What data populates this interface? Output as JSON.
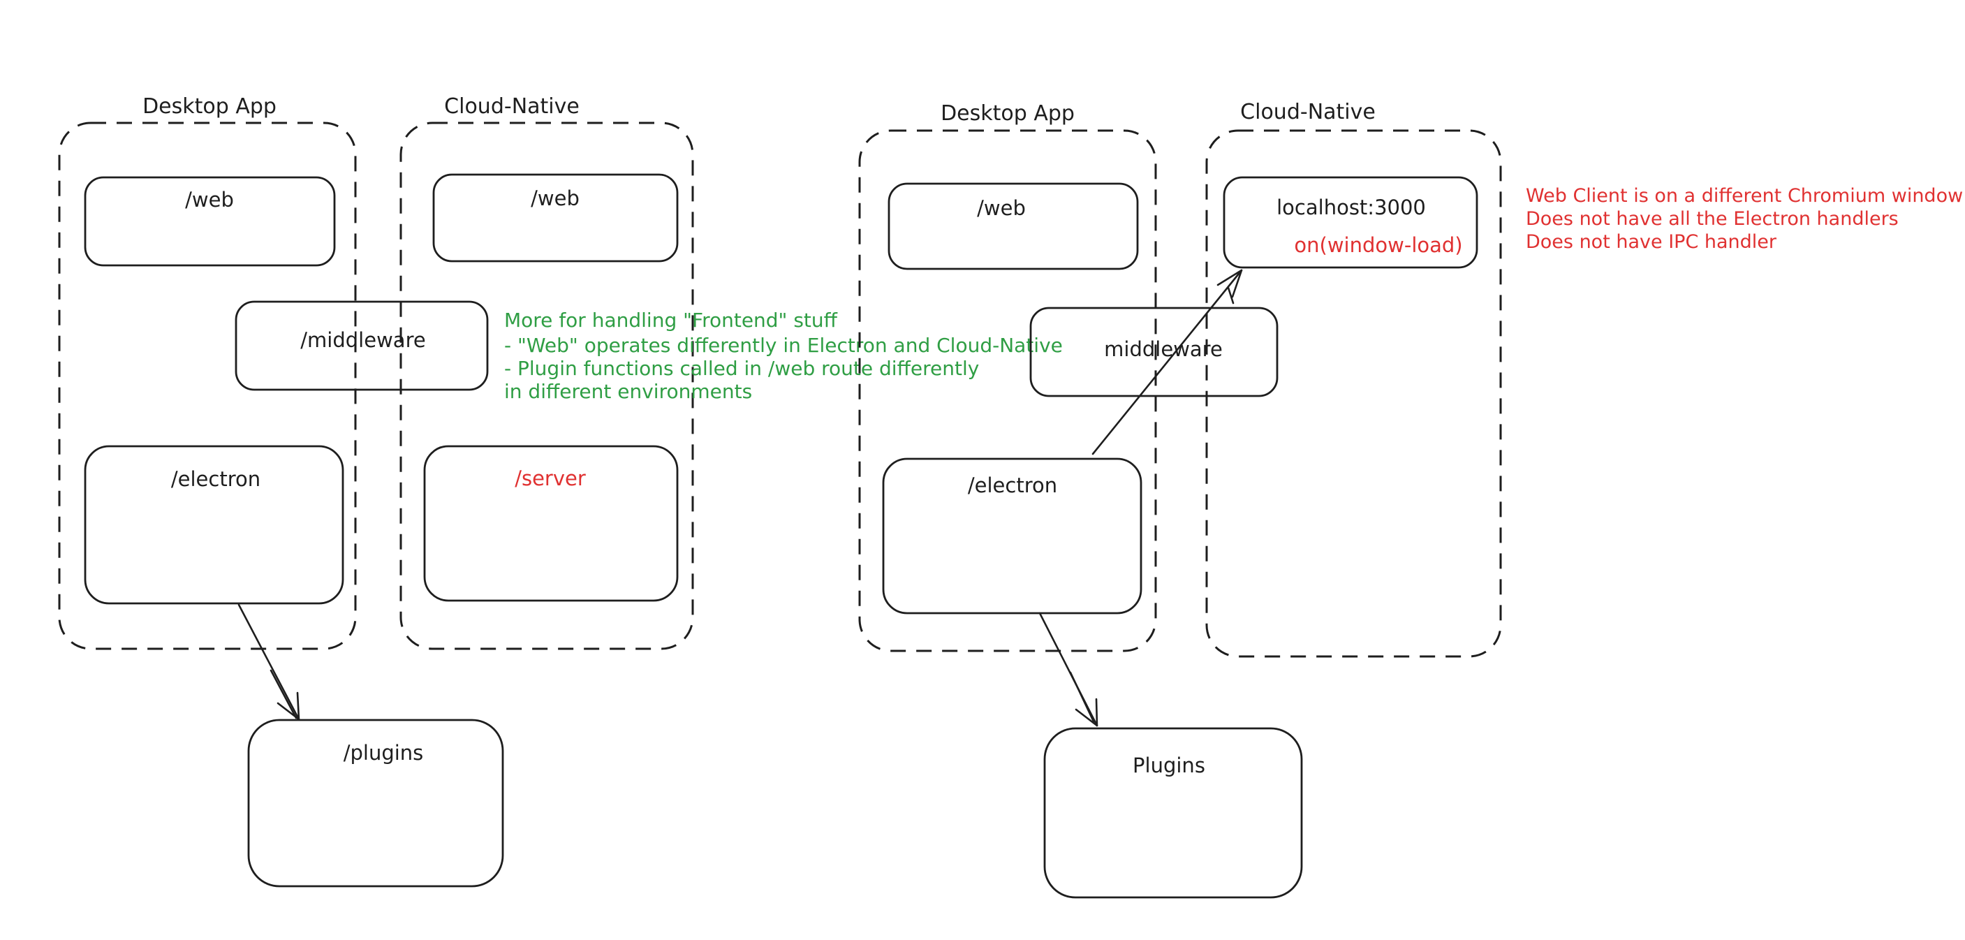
{
  "colors": {
    "ink": "#1e1e1e",
    "green": "#2f9e44",
    "red": "#e03131",
    "background": "#ffffff"
  },
  "left": {
    "desktop_app_label": "Desktop App",
    "cloud_native_label": "Cloud-Native",
    "web1": "/web",
    "web2": "/web",
    "middleware": "/middleware",
    "electron": "/electron",
    "server": "/server",
    "plugins": "/plugins",
    "green_note": [
      "More for handling \"Frontend\" stuff",
      "- \"Web\" operates differently in Electron and Cloud-Native",
      "- Plugin functions called in /web route differently",
      "in different environments"
    ]
  },
  "right": {
    "desktop_app_label": "Desktop App",
    "cloud_native_label": "Cloud-Native",
    "web": "/web",
    "localhost": "localhost:3000",
    "on_window_load": "on(window-load)",
    "middleware": "middleware",
    "electron": "/electron",
    "plugins": "Plugins",
    "red_note": [
      "Web Client is on a different Chromium window",
      "Does not have all the Electron handlers",
      "Does not have IPC handler"
    ]
  }
}
